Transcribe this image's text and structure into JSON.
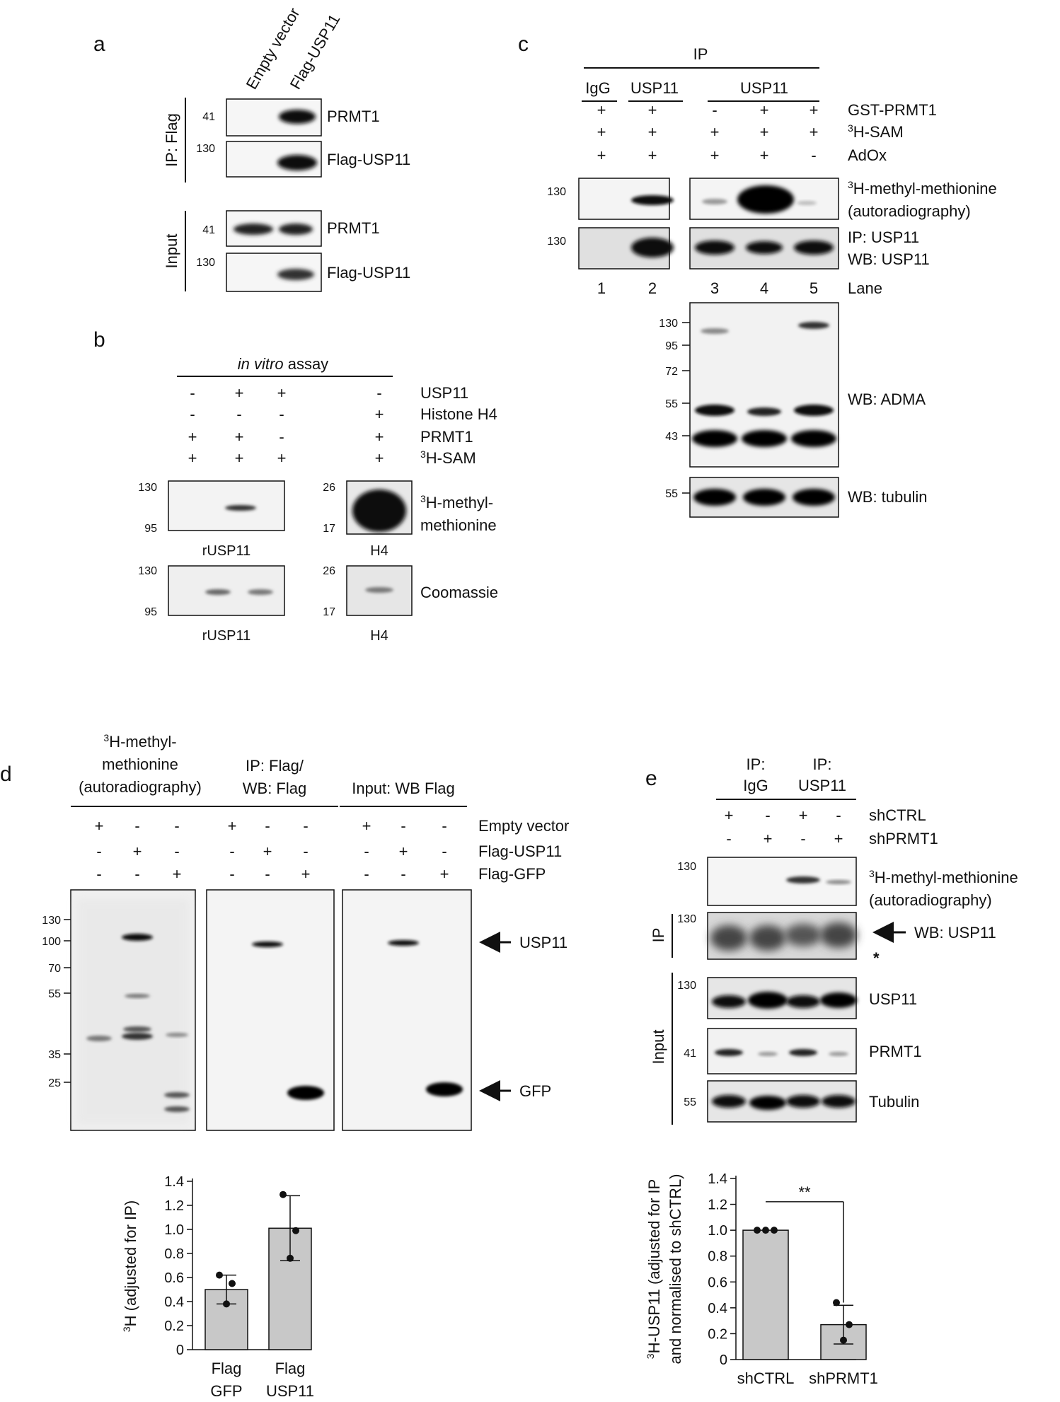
{
  "panel_a": {
    "letter": "a",
    "lanes": [
      "Empty vector",
      "Flag-USP11"
    ],
    "groups": [
      "IP: Flag",
      "Input"
    ],
    "blots": [
      {
        "mw": "41",
        "label": "PRMT1"
      },
      {
        "mw": "130",
        "label": "Flag-USP11"
      },
      {
        "mw": "41",
        "label": "PRMT1"
      },
      {
        "mw": "130",
        "label": "Flag-USP11"
      }
    ]
  },
  "panel_b": {
    "letter": "b",
    "header_italic": "in vitro",
    "header_rest": " assay",
    "rows": [
      {
        "label": "USP11",
        "signs": [
          "-",
          "+",
          "+",
          "-"
        ]
      },
      {
        "label": "Histone H4",
        "signs": [
          "-",
          "-",
          "-",
          "+"
        ]
      },
      {
        "label": "PRMT1",
        "signs": [
          "+",
          "+",
          "-",
          "+"
        ]
      },
      {
        "label_sup": "3",
        "label": "H-SAM",
        "signs": [
          "+",
          "+",
          "+",
          "+"
        ]
      }
    ],
    "blot1_label_line1": "H-methyl-",
    "blot1_label_sup": "3",
    "blot1_label_line2": "methionine",
    "blot2_label": "Coomassie",
    "left_mw": [
      "130",
      "95"
    ],
    "right_mw": [
      "26",
      "17"
    ],
    "sub_left": "rUSP11",
    "sub_right": "H4"
  },
  "panel_c": {
    "letter": "c",
    "ip_header": "IP",
    "col_groups": [
      "IgG",
      "USP11",
      "USP11"
    ],
    "rows": [
      {
        "label": "GST-PRMT1",
        "signs": [
          "+",
          "+",
          "-",
          "+",
          "+"
        ]
      },
      {
        "label_sup": "3",
        "label": "H-SAM",
        "signs": [
          "+",
          "+",
          "+",
          "+",
          "+"
        ]
      },
      {
        "label": "AdOx",
        "signs": [
          "+",
          "+",
          "+",
          "+",
          "-"
        ]
      }
    ],
    "auto_label_sup": "3",
    "auto_label_line1": "H-methyl-methionine",
    "auto_label_line2": "(autoradiography)",
    "ip_label_line1": "IP: USP11",
    "ip_label_line2": "WB: USP11",
    "mw_130": "130",
    "lanes": [
      "1",
      "2",
      "3",
      "4",
      "5"
    ],
    "lane_label": "Lane",
    "adma_mw": [
      "130",
      "95",
      "72",
      "55",
      "43"
    ],
    "adma_label": "WB: ADMA",
    "tubulin_mw": "55",
    "tubulin_label": "WB: tubulin"
  },
  "panel_d": {
    "letter": "d",
    "section1_sup": "3",
    "section1_line1": "H-methyl-",
    "section1_line2": "methionine",
    "section1_line3": "(autoradiography)",
    "section2_line1": "IP: Flag/",
    "section2_line2": "WB: Flag",
    "section3": "Input: WB Flag",
    "rows": [
      {
        "label": "Empty vector",
        "signs": [
          "+",
          "-",
          "-"
        ]
      },
      {
        "label": "Flag-USP11",
        "signs": [
          "-",
          "+",
          "-"
        ]
      },
      {
        "label": "Flag-GFP",
        "signs": [
          "-",
          "-",
          "+"
        ]
      }
    ],
    "mw": [
      "130",
      "100",
      "70",
      "55",
      "35",
      "25"
    ],
    "arrow_usp11": "USP11",
    "arrow_gfp": "GFP"
  },
  "panel_e": {
    "letter": "e",
    "col_groups": [
      {
        "line1": "IP:",
        "line2": "IgG"
      },
      {
        "line1": "IP:",
        "line2": "USP11"
      }
    ],
    "rows": [
      {
        "label": "shCTRL",
        "signs": [
          "+",
          "-",
          "+",
          "-"
        ]
      },
      {
        "label": "shPRMT1",
        "signs": [
          "-",
          "+",
          "-",
          "+"
        ]
      }
    ],
    "auto_sup": "3",
    "auto_line1": "H-methyl-methionine",
    "auto_line2": "(autoradiography)",
    "ip_side": "IP",
    "wb_label": "WB: USP11",
    "asterisk": "*",
    "input_side": "Input",
    "blots": [
      {
        "mw": "130",
        "label": "USP11"
      },
      {
        "mw": "41",
        "label": "PRMT1"
      },
      {
        "mw": "55",
        "label": "Tubulin"
      }
    ],
    "mw_auto": "130",
    "mw_ip": "130"
  },
  "chart_data": [
    {
      "type": "bar",
      "categories": [
        "Flag GFP",
        "Flag USP11"
      ],
      "category_lines": [
        [
          "Flag",
          "GFP"
        ],
        [
          "Flag",
          "USP11"
        ]
      ],
      "values": [
        0.5,
        1.01
      ],
      "errors": [
        0.12,
        0.27
      ],
      "points": [
        [
          0.62,
          0.55,
          0.38
        ],
        [
          1.29,
          0.99,
          0.76
        ]
      ],
      "ylabel_sup": "3",
      "ylabel": "H (adjusted for IP)",
      "ylim": [
        0,
        1.4
      ],
      "yticks": [
        "0",
        "0.2",
        "0.4",
        "0.6",
        "0.8",
        "1.0",
        "1.2",
        "1.4"
      ],
      "bar_color": "#c8c8c8"
    },
    {
      "type": "bar",
      "categories": [
        "shCTRL",
        "shPRMT1"
      ],
      "values": [
        1.0,
        0.27
      ],
      "errors": [
        0.0,
        0.15
      ],
      "points": [
        [
          1.0,
          1.0,
          1.0
        ],
        [
          0.44,
          0.27,
          0.15
        ]
      ],
      "ylabel_sup": "3",
      "ylabel_line1": "H-USP11 (adjusted for IP",
      "ylabel_line2": "and normalised to shCTRL)",
      "ylim": [
        0,
        1.4
      ],
      "yticks": [
        "0",
        "0.2",
        "0.4",
        "0.6",
        "0.8",
        "1.0",
        "1.2",
        "1.4"
      ],
      "significance": "**",
      "bar_color": "#c8c8c8"
    }
  ]
}
